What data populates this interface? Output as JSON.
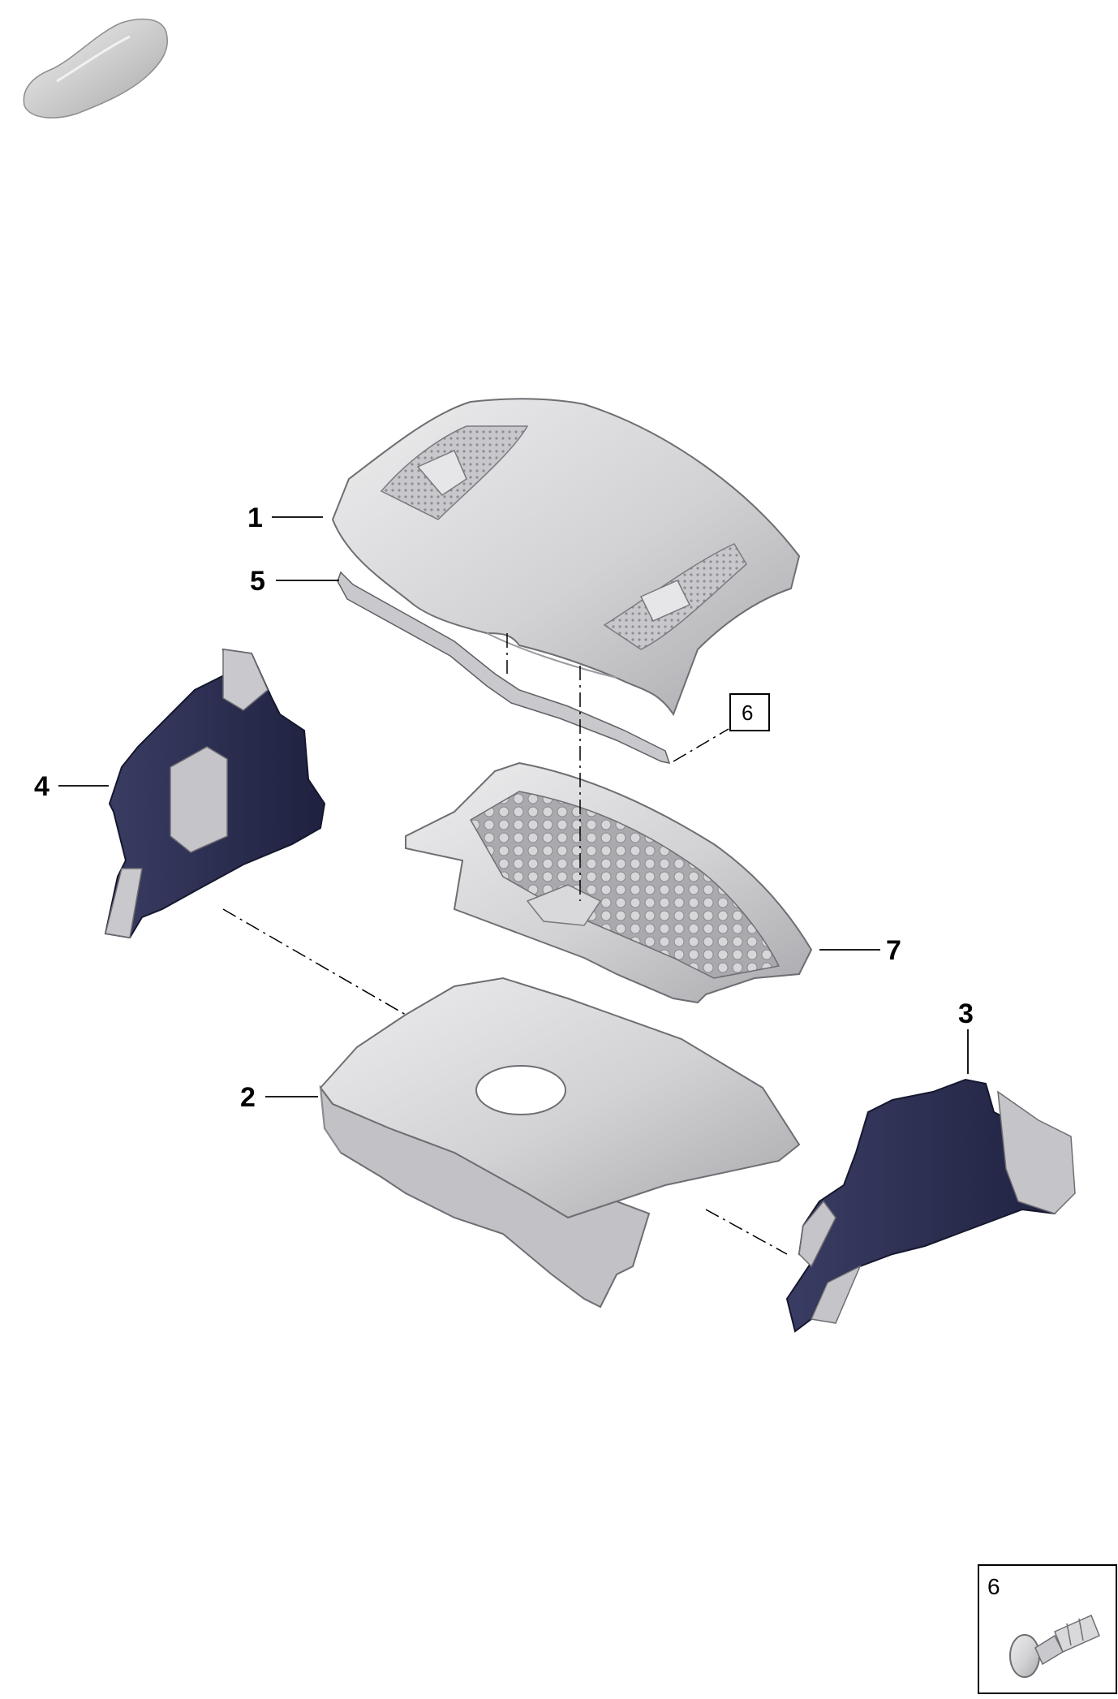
{
  "callouts": [
    {
      "id": "1",
      "label": "1"
    },
    {
      "id": "2",
      "label": "2"
    },
    {
      "id": "3",
      "label": "3"
    },
    {
      "id": "4",
      "label": "4"
    },
    {
      "id": "5",
      "label": "5"
    },
    {
      "id": "7",
      "label": "7"
    }
  ],
  "boxed_ref": "6",
  "inset_label": "6",
  "colors": {
    "part_light": "#d6d6d8",
    "part_mid": "#b5b5b9",
    "part_dark": "#2c2e4f",
    "line": "#000000"
  }
}
